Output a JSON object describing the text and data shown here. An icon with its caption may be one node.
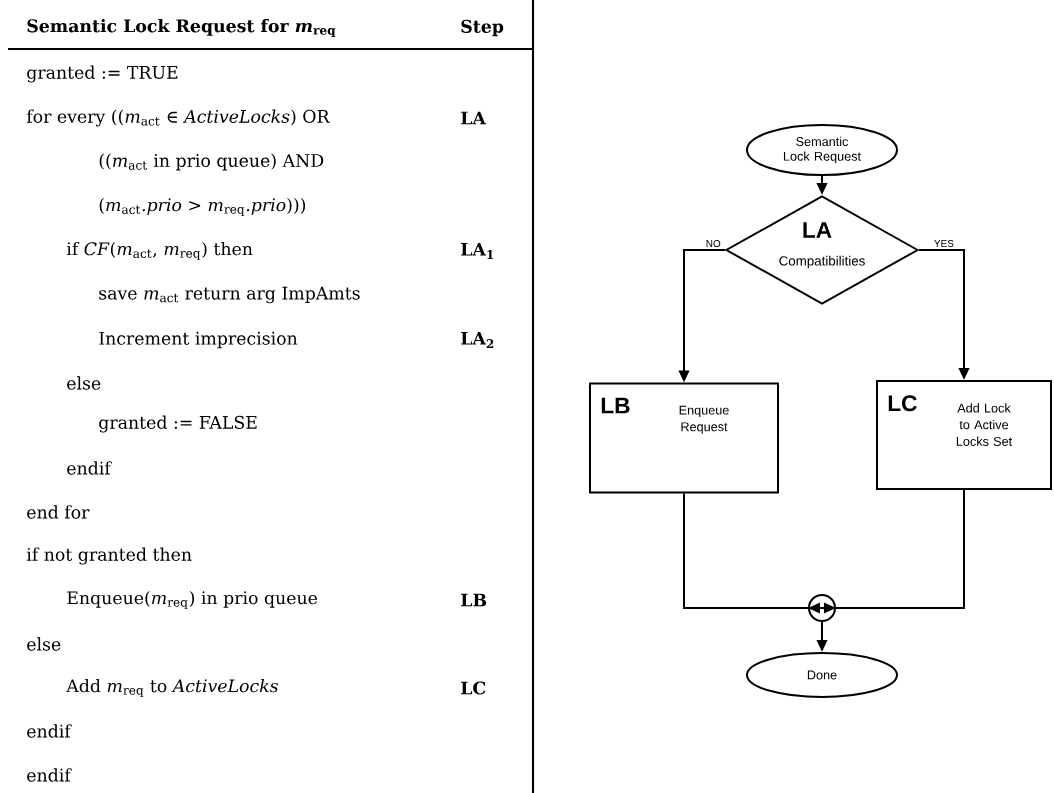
{
  "diagram": {
    "nodes": [
      {
        "text": [
          "Semantic Lock Request"
        ]
      },
      {
        "text": [
          "LA",
          "Compatibilities"
        ]
      },
      {
        "text": [
          "LB",
          "Enqueue Request"
        ]
      },
      {
        "text": [
          "LC",
          "Add Lock to Active Locks Set"
        ]
      },
      {
        "text": [],
        "shape": "circle"
      },
      {
        "text": [
          "Done"
        ]
      }
    ],
    "edges": [
      {
        "from": 0,
        "to": 1,
        "arrow": "to"
      },
      {
        "from": 1,
        "to": 2,
        "arrow": "to",
        "label": "NO"
      },
      {
        "from": 1,
        "to": 3,
        "arrow": "to",
        "label": "YES"
      },
      {
        "from": 2,
        "to": 4,
        "arrow": "to"
      },
      {
        "from": 3,
        "to": 4,
        "arrow": "to"
      },
      {
        "from": 4,
        "to": 5,
        "arrow": "to"
      }
    ],
    "labels": [
      "Semantic Lock Request for *m*$_{req}$",
      "Step",
      "granted := TRUE",
      "for every ((*m*$_{act}$ ∈ *ActiveLocks*) OR",
      "LA",
      "((*m*$_{act}$ in prio queue) AND",
      "(*m*$_{act}$*.prio* > *m*$_{req}$*.prio*)))",
      "if *CF*(*m*$_{act}$, *m*$_{req}$) then",
      "LA$_{1}$",
      "save *m*$_{act}$ return arg ImpAmts",
      "Increment imprecision",
      "LA$_{2}$",
      "else",
      "granted := FALSE",
      "endif",
      "end for",
      "if not granted then",
      "Enqueue(*m*$_{req}$) in prio queue",
      "LB",
      "else",
      "Add *m*$_{req}$ to *ActiveLocks*",
      "LC",
      "endif",
      "endif"
    ]
  }
}
